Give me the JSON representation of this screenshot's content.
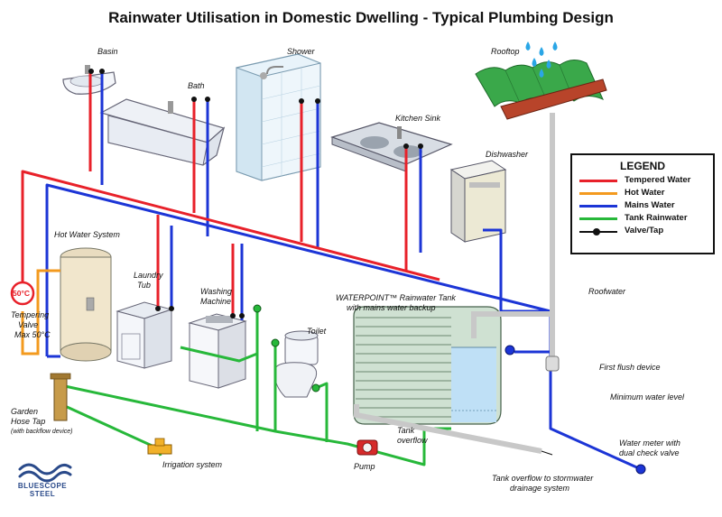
{
  "title": "Rainwater Utilisation in Domestic Dwelling - Typical Plumbing Design",
  "colors": {
    "tempered": "#e8212a",
    "hot": "#f39a1e",
    "mains": "#1c35d6",
    "tank": "#27b83a",
    "valve": "#111111",
    "roof": "#3aa84a",
    "gutter": "#b8442a"
  },
  "labels": {
    "basin": "Basin",
    "bath": "Bath",
    "shower": "Shower",
    "rooftop": "Rooftop",
    "kitchen_sink": "Kitchen Sink",
    "dishwasher": "Dishwasher",
    "hot_water_system": "Hot Water System",
    "laundry_tub_1": "Laundry",
    "laundry_tub_2": "Tub",
    "washing_machine_1": "Washing",
    "washing_machine_2": "Machine",
    "tank_title_1": "WATERPOINT™ Rainwater Tank",
    "tank_title_2": "with mains water backup",
    "roofwater": "Roofwater",
    "toilet": "Toilet",
    "first_flush": "First flush device",
    "minimum_water_level": "Minimum water level",
    "tempering_valve_1": "Tempering",
    "tempering_valve_2": "Valve",
    "tempering_valve_3": "Max 50°C",
    "temp_badge": "50°C",
    "garden_tap_1": "Garden",
    "garden_tap_2": "Hose Tap",
    "garden_tap_3": "(with backflow device)",
    "irrigation": "Irrigation system",
    "pump": "Pump",
    "tank_overflow_1": "Tank",
    "tank_overflow_2": "overflow",
    "water_meter_1": "Water meter with",
    "water_meter_2": "dual check valve",
    "stormwater_1": "Tank overflow to stormwater",
    "stormwater_2": "drainage system"
  },
  "legend": {
    "heading": "LEGEND",
    "items": [
      {
        "label": "Tempered Water",
        "color": "#e8212a"
      },
      {
        "label": "Hot Water",
        "color": "#f39a1e"
      },
      {
        "label": "Mains Water",
        "color": "#1c35d6"
      },
      {
        "label": "Tank Rainwater",
        "color": "#27b83a"
      },
      {
        "label": "Valve/Tap",
        "color": "#111111"
      }
    ]
  },
  "logo": {
    "line1": "BLUESCOPE",
    "line2": "STEEL"
  }
}
